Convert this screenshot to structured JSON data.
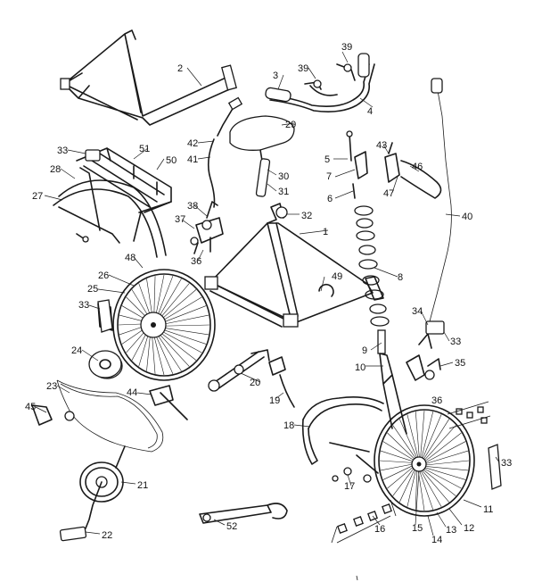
{
  "callouts": [
    {
      "id": "c1",
      "text": "1"
    },
    {
      "id": "c2",
      "text": "2"
    },
    {
      "id": "c3",
      "text": "3"
    },
    {
      "id": "c4",
      "text": "4"
    },
    {
      "id": "c5",
      "text": "5"
    },
    {
      "id": "c6",
      "text": "6"
    },
    {
      "id": "c7",
      "text": "7"
    },
    {
      "id": "c8",
      "text": "8"
    },
    {
      "id": "c9",
      "text": "9"
    },
    {
      "id": "c10",
      "text": "10"
    },
    {
      "id": "c11",
      "text": "11"
    },
    {
      "id": "c12",
      "text": "12"
    },
    {
      "id": "c13",
      "text": "13"
    },
    {
      "id": "c14",
      "text": "14"
    },
    {
      "id": "c15",
      "text": "15"
    },
    {
      "id": "c16",
      "text": "16"
    },
    {
      "id": "c17",
      "text": "17"
    },
    {
      "id": "c18",
      "text": "18"
    },
    {
      "id": "c19",
      "text": "19"
    },
    {
      "id": "c20",
      "text": "20"
    },
    {
      "id": "c21",
      "text": "21"
    },
    {
      "id": "c22",
      "text": "22"
    },
    {
      "id": "c23",
      "text": "23"
    },
    {
      "id": "c24",
      "text": "24"
    },
    {
      "id": "c25",
      "text": "25"
    },
    {
      "id": "c26",
      "text": "26"
    },
    {
      "id": "c27",
      "text": "27"
    },
    {
      "id": "c28",
      "text": "28"
    },
    {
      "id": "c29",
      "text": "29"
    },
    {
      "id": "c30",
      "text": "30"
    },
    {
      "id": "c31",
      "text": "31"
    },
    {
      "id": "c32",
      "text": "32"
    },
    {
      "id": "c33a",
      "text": "33"
    },
    {
      "id": "c33b",
      "text": "33"
    },
    {
      "id": "c33c",
      "text": "33"
    },
    {
      "id": "c33d",
      "text": "33"
    },
    {
      "id": "c34",
      "text": "34"
    },
    {
      "id": "c35",
      "text": "35"
    },
    {
      "id": "c36a",
      "text": "36"
    },
    {
      "id": "c36b",
      "text": "36"
    },
    {
      "id": "c37",
      "text": "37"
    },
    {
      "id": "c38",
      "text": "38"
    },
    {
      "id": "c39a",
      "text": "39"
    },
    {
      "id": "c39b",
      "text": "39"
    },
    {
      "id": "c40",
      "text": "40"
    },
    {
      "id": "c41",
      "text": "41"
    },
    {
      "id": "c42",
      "text": "42"
    },
    {
      "id": "c43",
      "text": "43"
    },
    {
      "id": "c44",
      "text": "44"
    },
    {
      "id": "c45",
      "text": "45"
    },
    {
      "id": "c46",
      "text": "46"
    },
    {
      "id": "c47",
      "text": "47"
    },
    {
      "id": "c48",
      "text": "48"
    },
    {
      "id": "c49",
      "text": "49"
    },
    {
      "id": "c50",
      "text": "50"
    },
    {
      "id": "c51",
      "text": "51"
    },
    {
      "id": "c52",
      "text": "52"
    }
  ]
}
